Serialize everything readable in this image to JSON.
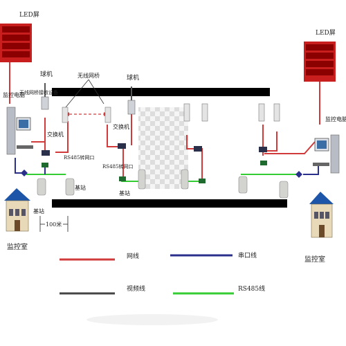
{
  "colors": {
    "network": "#d03a3a",
    "serial": "#2b2f8c",
    "video": "#444444",
    "rs485": "#33cc33",
    "rail": "#000000",
    "led_panel": "#c81e1e",
    "building_roof": "#1d56a8"
  },
  "labels": {
    "led_left": "LED屏",
    "led_right": "LED屏",
    "dome_cam_left": "球机",
    "dome_cam_center": "球机",
    "wireless_bridge": "无线网桥",
    "monitor_pc_left": "监控电脑",
    "monitor_pc_right": "监控电脑",
    "wireless_device": "无线网桥接收设备",
    "switch_left": "交换机",
    "switch_center": "交换机",
    "rs485_left": "RS485转网口",
    "rs485_center": "RS485转网口",
    "base_station_left": "基站",
    "base_station_center": "基站",
    "base_station_bottom": "基站",
    "distance": "100米",
    "control_room_left": "监控室",
    "control_room_right": "监控室"
  },
  "legend": [
    {
      "label": "网线",
      "color_key": "network"
    },
    {
      "label": "串口线",
      "color_key": "serial"
    },
    {
      "label": "视频线",
      "color_key": "video"
    },
    {
      "label": "RS485线",
      "color_key": "rs485"
    }
  ]
}
